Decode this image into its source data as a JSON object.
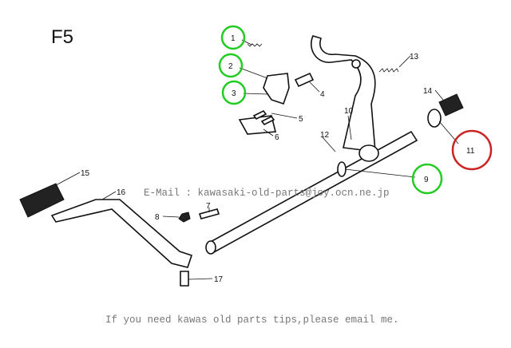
{
  "diagram_title": "F5",
  "email_watermark": "E-Mail : kawasaki-old-parts@joy.ocn.ne.jp",
  "footer_text": "If you need kawas old parts tips,please email me.",
  "colors": {
    "green_circle": "#22cc22",
    "red_circle": "#cc2222"
  },
  "callouts": [
    {
      "number": "1",
      "highlight": "green"
    },
    {
      "number": "2",
      "highlight": "green"
    },
    {
      "number": "3",
      "highlight": "green"
    },
    {
      "number": "4",
      "highlight": "none"
    },
    {
      "number": "5",
      "highlight": "none"
    },
    {
      "number": "6",
      "highlight": "none"
    },
    {
      "number": "7",
      "highlight": "none"
    },
    {
      "number": "8",
      "highlight": "none"
    },
    {
      "number": "9",
      "highlight": "green"
    },
    {
      "number": "10",
      "highlight": "none"
    },
    {
      "number": "11",
      "highlight": "red"
    },
    {
      "number": "12",
      "highlight": "none"
    },
    {
      "number": "13",
      "highlight": "none"
    },
    {
      "number": "14",
      "highlight": "none"
    },
    {
      "number": "15",
      "highlight": "none"
    },
    {
      "number": "16",
      "highlight": "none"
    },
    {
      "number": "17",
      "highlight": "none"
    }
  ]
}
